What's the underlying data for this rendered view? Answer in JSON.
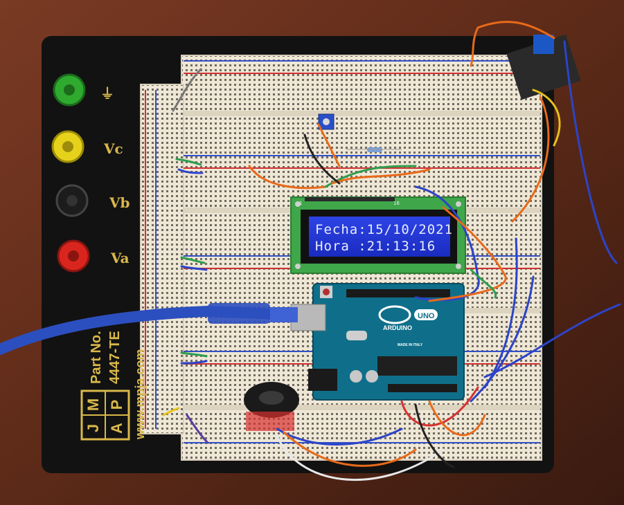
{
  "lcd": {
    "line1": "Fecha:15/10/2021",
    "line2": "Hora :21:13:16",
    "pin_label_left": "1",
    "pin_label_right": "16"
  },
  "posts": {
    "ground_symbol": "⏚",
    "vc": "Vc",
    "vb": "Vb",
    "va": "Va",
    "colors": {
      "ground": "#2faa2f",
      "vc": "#e6d21a",
      "vb": "#1c1c1c",
      "va": "#d8261e"
    }
  },
  "part_label": {
    "part_no": "Part No.",
    "model": "4447-TE",
    "website": "www.mpja.com",
    "logo_letters": [
      "M",
      "P",
      "J",
      "A"
    ]
  },
  "arduino": {
    "brand": "ARDUINO",
    "model": "UNO",
    "made_in": "MADE IN ITALY"
  },
  "colors": {
    "table": "#5a2a1a",
    "board_base": "#121212",
    "breadboard": "#efe7d6",
    "lcd_pcb": "#3fa64a",
    "lcd_screen": "#2135d8",
    "arduino_pcb": "#0f6f8a",
    "usb_cable": "#2c4fbf"
  }
}
